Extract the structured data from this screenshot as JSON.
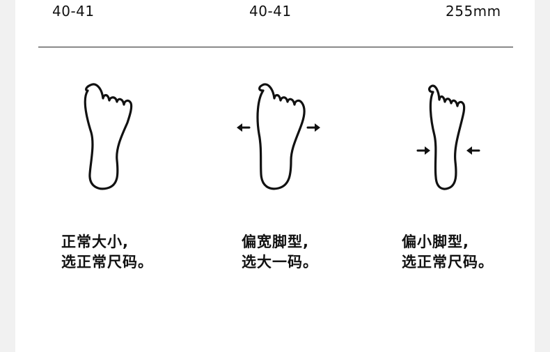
{
  "size_row": {
    "left": "40-41",
    "middle": "40-41",
    "right": "255mm"
  },
  "foot_types": [
    {
      "icon": "normal-foot-icon",
      "line1": "正常大小,",
      "line2": "选正常尺码。"
    },
    {
      "icon": "wide-foot-icon",
      "line1": "偏宽脚型,",
      "line2": "选大一码。"
    },
    {
      "icon": "narrow-foot-icon",
      "line1": "偏小脚型,",
      "line2": "选正常尺码。"
    }
  ],
  "colors": {
    "text": "#111111",
    "background": "#ffffff",
    "margin": "#f1f1f1"
  }
}
